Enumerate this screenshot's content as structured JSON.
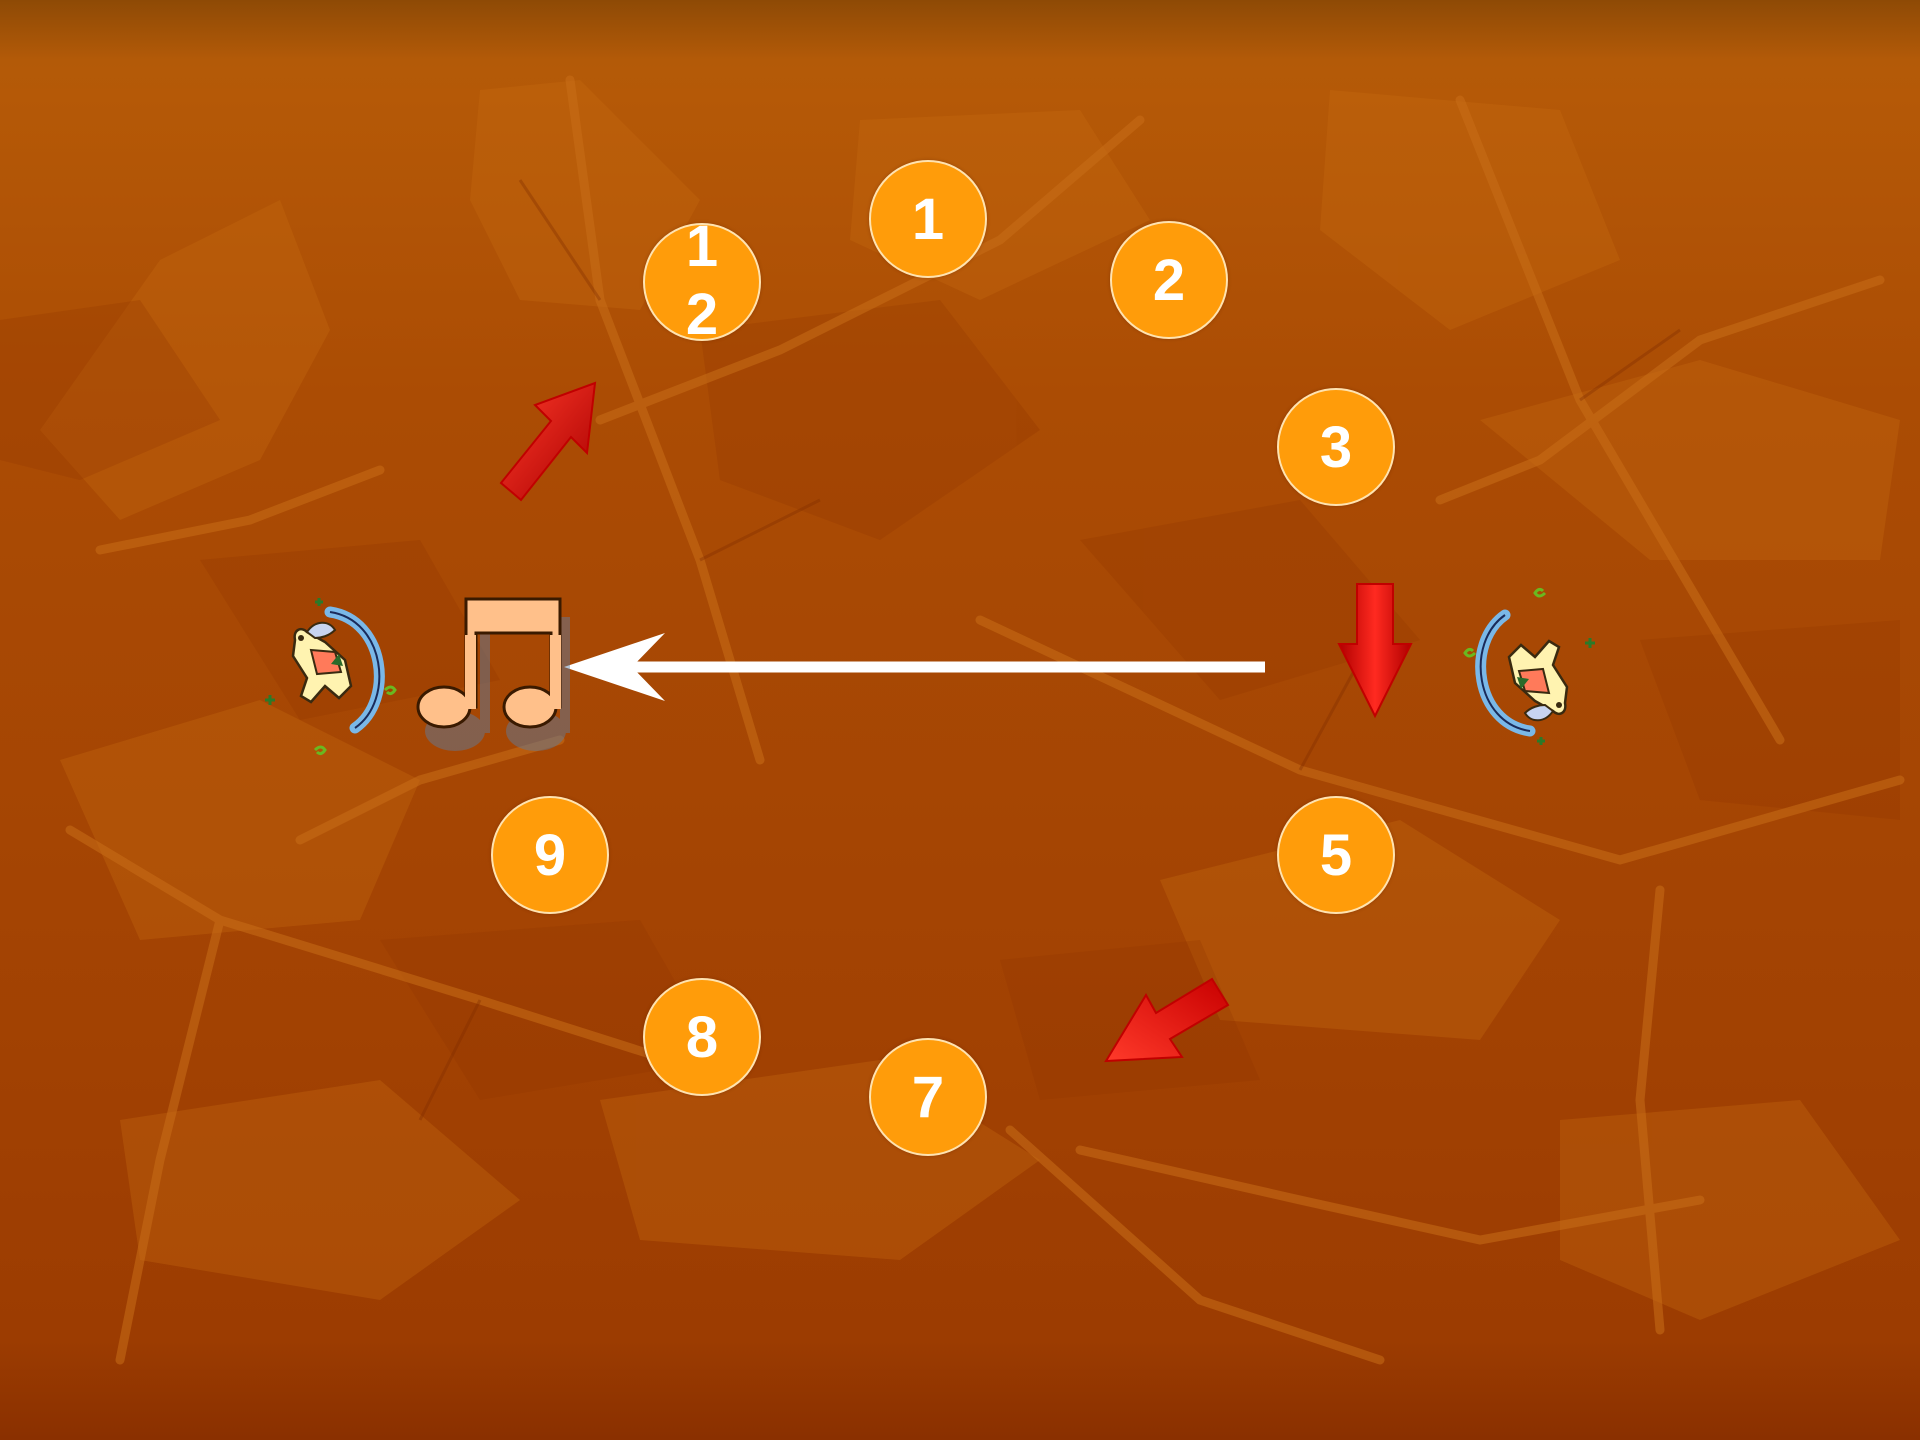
{
  "dial_numbers": [
    {
      "id": "12",
      "label": "12"
    },
    {
      "id": "1",
      "label": "1"
    },
    {
      "id": "2",
      "label": "2"
    },
    {
      "id": "3",
      "label": "3"
    },
    {
      "id": "5",
      "label": "5"
    },
    {
      "id": "7",
      "label": "7"
    },
    {
      "id": "8",
      "label": "8"
    },
    {
      "id": "9",
      "label": "9"
    }
  ],
  "icons": {
    "left_horse": "rocking-horse-icon",
    "right_horse": "rocking-horse-icon",
    "music_note": "beamed-eighth-notes-icon",
    "center_arrow": "white-left-arrow-icon",
    "red_arrows": [
      "red-arrow-up-right",
      "red-arrow-down",
      "red-arrow-down-left"
    ]
  },
  "colors": {
    "background": "#a84805",
    "dial_fill": "#ff9c0a",
    "dial_text": "#ffffff",
    "arrow_red": "#e20000",
    "note_fill": "#ffc08a",
    "center_arrow": "#ffffff"
  }
}
